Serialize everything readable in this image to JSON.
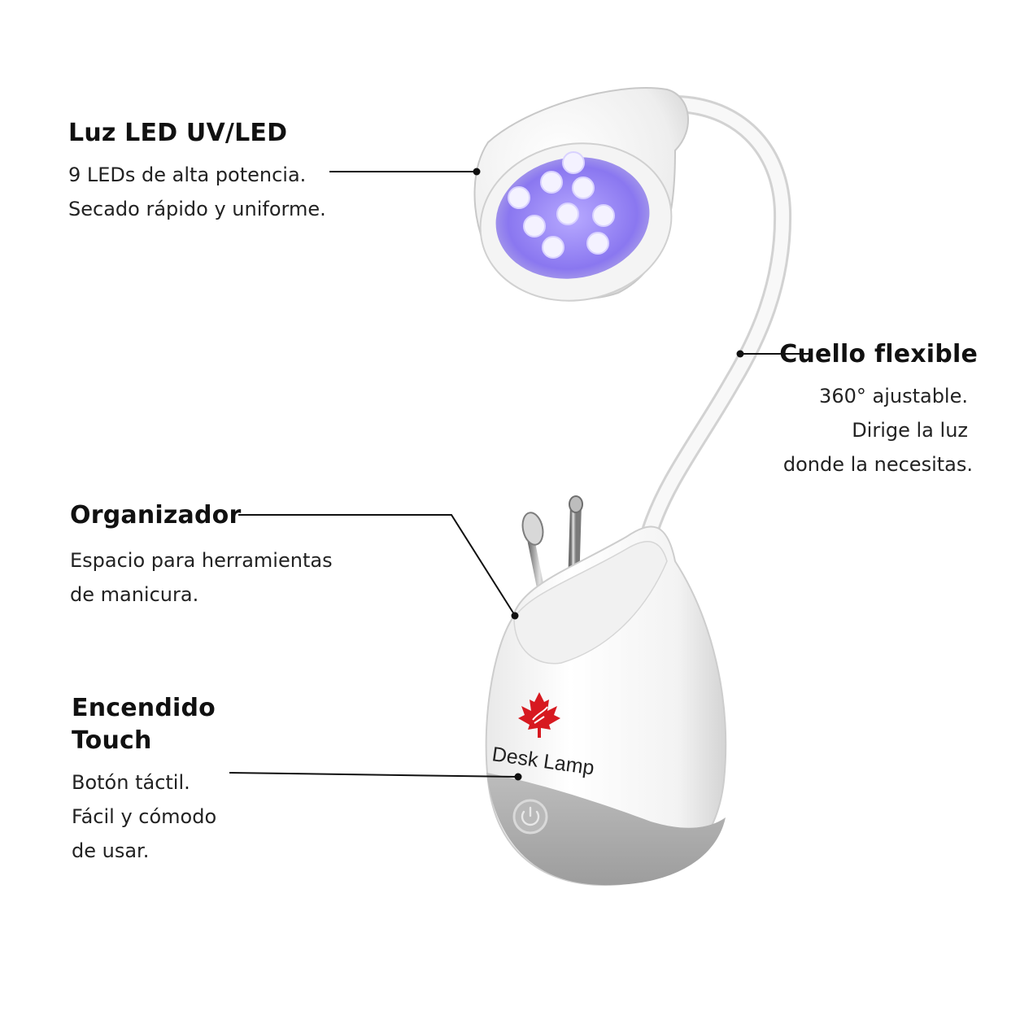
{
  "features": {
    "led": {
      "title": "Luz LED UV/LED",
      "lines": [
        "9 LEDs de alta potencia.",
        "Secado rápido y uniforme."
      ]
    },
    "neck": {
      "title": "Cuello flexible",
      "lines": [
        "360° ajustable.",
        "Dirige la luz",
        "donde la necesitas."
      ]
    },
    "organizer": {
      "title": "Organizador",
      "lines": [
        "Espacio para herramientas",
        "de manicura."
      ]
    },
    "touch": {
      "title_lines": [
        "Encendido",
        "Touch"
      ],
      "lines": [
        "Botón táctil.",
        "Fácil y cómodo",
        "de usar."
      ]
    }
  },
  "product": {
    "label": "Desk Lamp",
    "led_count": 9,
    "led_color": "#8e7cff",
    "logo_color": "#d71920",
    "base_color": "#a8a8a8"
  }
}
